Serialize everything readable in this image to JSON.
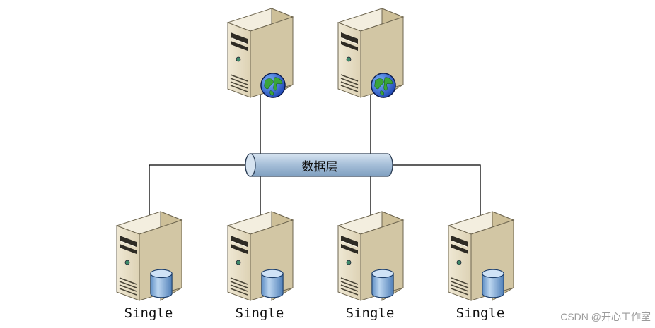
{
  "diagram": {
    "bus_label": "数据层",
    "web_servers": [
      {
        "icon": "globe-icon"
      },
      {
        "icon": "globe-icon"
      }
    ],
    "db_servers": [
      {
        "label": "Single",
        "icon": "database-icon"
      },
      {
        "label": "Single",
        "icon": "database-icon"
      },
      {
        "label": "Single",
        "icon": "database-icon"
      },
      {
        "label": "Single",
        "icon": "database-icon"
      }
    ]
  },
  "watermark": "CSDN @开心工作室",
  "colors": {
    "bus_fill": "#a9c1da",
    "server_body": "#e8dfc6",
    "server_side": "#cfc3a1",
    "line": "#000000",
    "watermark": "#9b9b9b"
  }
}
